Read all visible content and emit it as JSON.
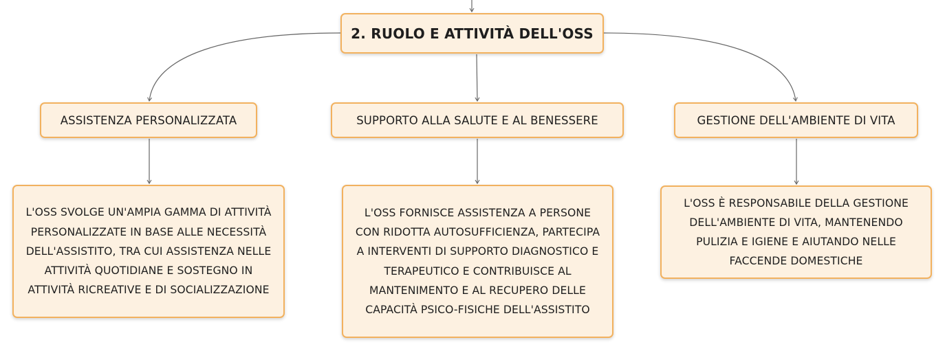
{
  "root": {
    "label": "2. RUOLO E ATTIVITÀ DELL'OSS"
  },
  "topics": [
    {
      "label": "ASSISTENZA PERSONALIZZATA",
      "detail_lines": [
        "L'OSS SVOLGE UN'AMPIA GAMMA DI ATTIVITÀ",
        "PERSONALIZZATE IN BASE ALLE NECESSITÀ",
        "DELL'ASSISTITO, TRA CUI ASSISTENZA NELLE",
        "ATTIVITÀ QUOTIDIANE E SOSTEGNO IN",
        "ATTIVITÀ RICREATIVE E DI SOCIALIZZAZIONE"
      ]
    },
    {
      "label": "SUPPORTO ALLA SALUTE E AL BENESSERE",
      "detail_lines": [
        "L'OSS FORNISCE ASSISTENZA A PERSONE",
        "CON RIDOTTA AUTOSUFFICIENZA, PARTECIPA",
        "A INTERVENTI DI SUPPORTO DIAGNOSTICO E",
        "TERAPEUTICO E CONTRIBUISCE AL",
        "MANTENIMENTO E AL RECUPERO DELLE",
        "CAPACITÀ PSICO-FISICHE DELL'ASSISTITO"
      ]
    },
    {
      "label": "GESTIONE DELL'AMBIENTE DI VITA",
      "detail_lines": [
        "L'OSS È RESPONSABILE DELLA GESTIONE",
        "DELL'AMBIENTE DI VITA, MANTENENDO",
        "PULIZIA E IGIENE E AIUTANDO NELLE",
        "FACCENDE DOMESTICHE"
      ]
    }
  ],
  "colors": {
    "node_fill": "#fdf1e1",
    "node_border": "#f2b15e",
    "connector": "#666666",
    "text": "#1e1e1e"
  }
}
